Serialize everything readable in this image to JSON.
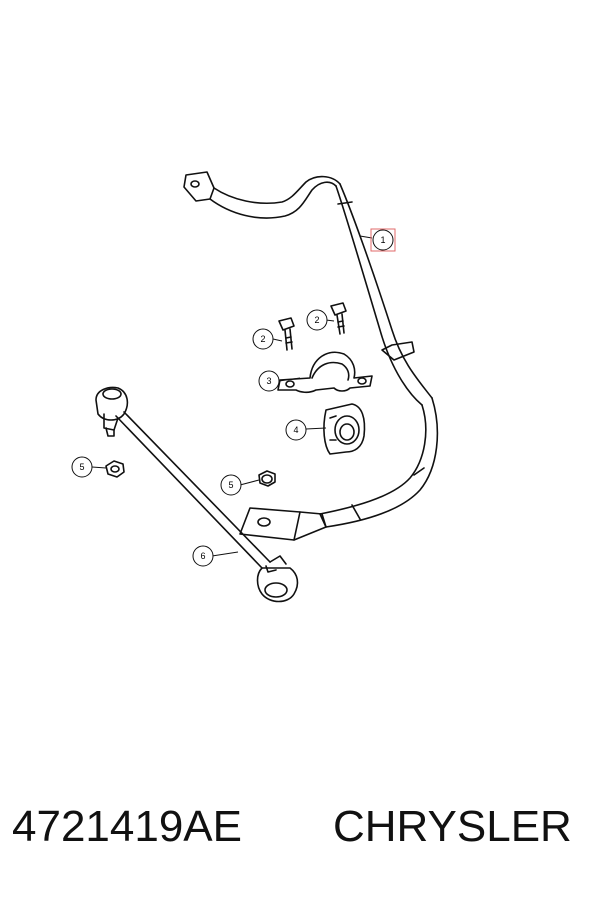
{
  "callouts": {
    "c1": "1",
    "c2a": "2",
    "c2b": "2",
    "c3": "3",
    "c4": "4",
    "c5a": "5",
    "c5b": "5",
    "c6": "6"
  },
  "highlight_color": "#e06a6a",
  "caption": {
    "part_number": "4721419AE",
    "brand": "CHRYSLER"
  }
}
